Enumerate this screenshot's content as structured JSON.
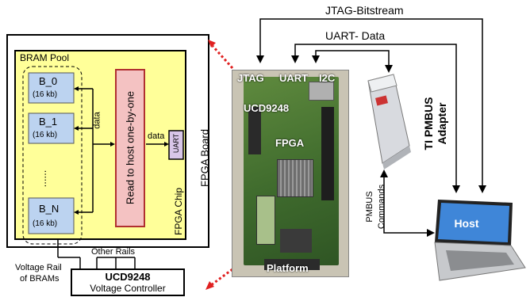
{
  "fpga_board_panel": {
    "bram_pool_title": "BRAM Pool",
    "blocks": [
      {
        "name": "B_0",
        "size": "(16 kb)"
      },
      {
        "name": "B_1",
        "size": "(16 kb)"
      },
      {
        "name": "B_N",
        "size": "(16 kb)"
      }
    ],
    "ellipsis": "......",
    "data_label_1": "data",
    "data_label_2": "data",
    "read_box_label": "Read to host one-by-one",
    "uart_box_label": "UART",
    "chip_label": "FPGA Chip",
    "board_label": "FPGA Board",
    "other_rails_label": "Other Rails",
    "voltage_rail_line1": "Voltage Rail",
    "voltage_rail_line2": "of BRAMs",
    "controller_title": "UCD9248",
    "controller_subtitle": "Voltage Controller"
  },
  "platform_photo": {
    "port_labels": [
      "JTAG",
      "UART",
      "I2C"
    ],
    "ucd_label": "UCD9248",
    "fpga_label": "FPGA",
    "platform_label": "Platform"
  },
  "connections": {
    "jtag_label": "JTAG-Bitstream",
    "uart_label": "UART- Data",
    "pmbus_line1": "PMBUS",
    "pmbus_line2": "Commands"
  },
  "adapter": {
    "line1": "TI PMBUS",
    "line2": "Adapter"
  },
  "host": {
    "label": "Host"
  },
  "colors": {
    "chip_fill": "#ffff99",
    "block_fill": "#bcd3f0",
    "read_box_fill": "#f4c2c2",
    "read_box_stroke": "#b03030",
    "uart_fill": "#d8c6e8",
    "pointer_dots": "#e02020"
  }
}
